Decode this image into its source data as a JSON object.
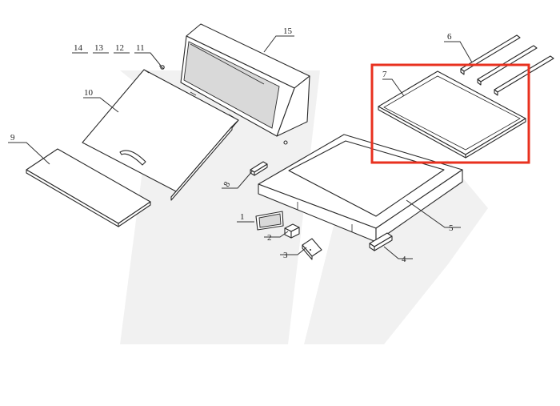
{
  "diagram": {
    "colors": {
      "line": "#2a2a2a",
      "highlight": "#e8311f",
      "watermark": "#f1f1f1"
    },
    "labels": [
      {
        "id": "p1",
        "text": "1"
      },
      {
        "id": "p2",
        "text": "2"
      },
      {
        "id": "p3",
        "text": "3"
      },
      {
        "id": "p4",
        "text": "4"
      },
      {
        "id": "p5",
        "text": "5"
      },
      {
        "id": "p6",
        "text": "6"
      },
      {
        "id": "p7",
        "text": "7"
      },
      {
        "id": "p8",
        "text": "8"
      },
      {
        "id": "p9",
        "text": "9"
      },
      {
        "id": "p10",
        "text": "10"
      },
      {
        "id": "p11",
        "text": "11"
      },
      {
        "id": "p12",
        "text": "12"
      },
      {
        "id": "p13",
        "text": "13"
      },
      {
        "id": "p14",
        "text": "14"
      },
      {
        "id": "p15",
        "text": "15"
      }
    ],
    "highlighted_part": "7"
  }
}
